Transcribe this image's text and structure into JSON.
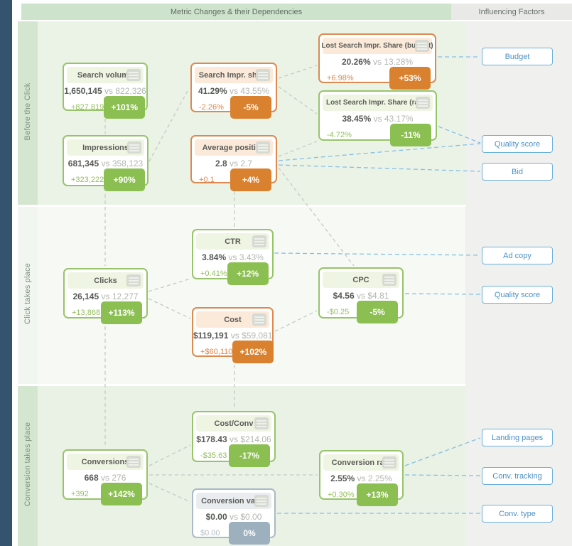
{
  "header": {
    "left_title": "Metric Changes & their Dependencies",
    "right_title": "Influencing Factors"
  },
  "sections": [
    {
      "label": "Before the Click"
    },
    {
      "label": "Click takes place"
    },
    {
      "label": "Conversion takes place"
    }
  ],
  "vs_label": "vs",
  "metrics": {
    "search_volume": {
      "title": "Search volume",
      "current": "1,650,145",
      "previous": "822,326",
      "delta": "+827,819",
      "percent": "+101%",
      "state": "positive"
    },
    "impressions": {
      "title": "Impressions",
      "current": "681,345",
      "previous": "358,123",
      "delta": "+323,222",
      "percent": "+90%",
      "state": "positive"
    },
    "search_impr_share": {
      "title": "Search Impr. share",
      "current": "41.29%",
      "previous": "43.55%",
      "delta": "-2.26%",
      "percent": "-5%",
      "state": "negative"
    },
    "average_position": {
      "title": "Average position",
      "current": "2.8",
      "previous": "2.7",
      "delta": "+0.1",
      "percent": "+4%",
      "state": "negative"
    },
    "lost_impr_share_budget": {
      "title": "Lost Search Impr. Share (budget)",
      "current": "20.26%",
      "previous": "13.28%",
      "delta": "+6.98%",
      "percent": "+53%",
      "state": "negative"
    },
    "lost_impr_share_rank": {
      "title": "Lost Search Impr. Share (rank)",
      "current": "38.45%",
      "previous": "43.17%",
      "delta": "-4.72%",
      "percent": "-11%",
      "state": "positive"
    },
    "clicks": {
      "title": "Clicks",
      "current": "26,145",
      "previous": "12,277",
      "delta": "+13,868",
      "percent": "+113%",
      "state": "positive"
    },
    "ctr": {
      "title": "CTR",
      "current": "3.84%",
      "previous": "3.43%",
      "delta": "+0.41%",
      "percent": "+12%",
      "state": "positive"
    },
    "cost": {
      "title": "Cost",
      "current": "$119,191",
      "previous": "$59,081",
      "delta": "+$60,110",
      "percent": "+102%",
      "state": "negative"
    },
    "cpc": {
      "title": "CPC",
      "current": "$4.56",
      "previous": "$4.81",
      "delta": "-$0.25",
      "percent": "-5%",
      "state": "positive"
    },
    "cost_per_conv": {
      "title": "Cost/Conv",
      "current": "$178.43",
      "previous": "$214.06",
      "delta": "-$35.63",
      "percent": "-17%",
      "state": "positive"
    },
    "conversions": {
      "title": "Conversions",
      "current": "668",
      "previous": "276",
      "delta": "+392",
      "percent": "+142%",
      "state": "positive"
    },
    "conversion_value": {
      "title": "Conversion value",
      "current": "$0.00",
      "previous": "$0.00",
      "delta": "$0.00",
      "percent": "0%",
      "state": "neutral"
    },
    "conversion_rate": {
      "title": "Conversion rate",
      "current": "2.55%",
      "previous": "2.25%",
      "delta": "+0.30%",
      "percent": "+13%",
      "state": "positive"
    }
  },
  "factors": [
    {
      "label": "Budget"
    },
    {
      "label": "Quality score"
    },
    {
      "label": "Bid"
    },
    {
      "label": "Ad copy"
    },
    {
      "label": "Quality score"
    },
    {
      "label": "Landing pages"
    },
    {
      "label": "Conv. tracking"
    },
    {
      "label": "Conv. type"
    }
  ],
  "edges": {
    "dependencies": [
      [
        "search_volume",
        "impressions"
      ],
      [
        "impressions",
        "clicks"
      ],
      [
        "clicks",
        "conversions"
      ],
      [
        "impressions",
        "search_impr_share"
      ],
      [
        "search_impr_share",
        "lost_impr_share_budget"
      ],
      [
        "search_impr_share",
        "lost_impr_share_rank"
      ],
      [
        "average_position",
        "lost_impr_share_rank"
      ],
      [
        "average_position",
        "ctr"
      ],
      [
        "average_position",
        "cpc"
      ],
      [
        "clicks",
        "ctr"
      ],
      [
        "clicks",
        "cost"
      ],
      [
        "cost",
        "cpc"
      ],
      [
        "cost",
        "cost_per_conv"
      ],
      [
        "conversions",
        "cost_per_conv"
      ],
      [
        "conversions",
        "conversion_rate"
      ],
      [
        "conversions",
        "conversion_value"
      ]
    ],
    "factor_links": [
      [
        "lost_impr_share_budget",
        "Budget"
      ],
      [
        "lost_impr_share_rank",
        "Quality score"
      ],
      [
        "average_position",
        "Quality score"
      ],
      [
        "average_position",
        "Bid"
      ],
      [
        "ctr",
        "Ad copy"
      ],
      [
        "cpc",
        "Quality score"
      ],
      [
        "conversion_rate",
        "Landing pages"
      ],
      [
        "conversion_rate",
        "Conv. tracking"
      ],
      [
        "conversion_value",
        "Conv. type"
      ]
    ]
  },
  "colors": {
    "positive": "#8cbf52",
    "negative": "#d9812f",
    "neutral": "#9db0be",
    "dependency_line": "#c6cac3",
    "factor_line": "#85bfe4",
    "factor_border": "#6cb0dc",
    "sidebar": "#35536e"
  }
}
